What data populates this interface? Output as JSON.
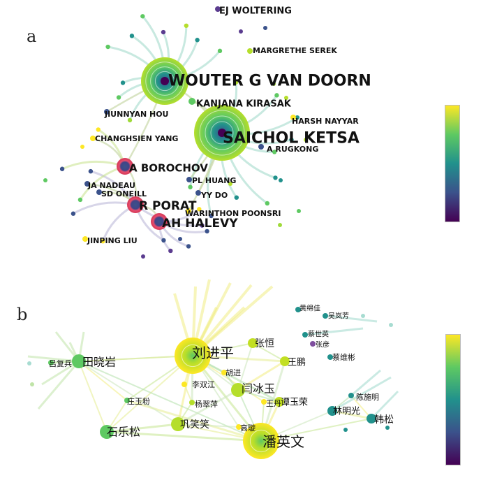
{
  "panel_a": {
    "label": "a",
    "authors": [
      {
        "name": "EJ WOLTERING",
        "size": "small"
      },
      {
        "name": "MARGRETHE SEREK",
        "size": "small"
      },
      {
        "name": "WOUTER G VAN DOORN",
        "size": "xl"
      },
      {
        "name": "KANJANA KIRASAK",
        "size": "medium"
      },
      {
        "name": "JIUNNYAN HOU",
        "size": "small"
      },
      {
        "name": "HARSH NAYYAR",
        "size": "small"
      },
      {
        "name": "CHANGHSIEN YANG",
        "size": "small"
      },
      {
        "name": "SAICHOL KETSA",
        "size": "xl"
      },
      {
        "name": "A RUGKONG",
        "size": "small"
      },
      {
        "name": "A BOROCHOV",
        "size": "large"
      },
      {
        "name": "PL HUANG",
        "size": "small"
      },
      {
        "name": "JA NADEAU",
        "size": "small"
      },
      {
        "name": "SD ONEILL",
        "size": "small"
      },
      {
        "name": "YY DO",
        "size": "small"
      },
      {
        "name": "R PORAT",
        "size": "large"
      },
      {
        "name": "WARINTHON POONSRI",
        "size": "small"
      },
      {
        "name": "AH HALEVY",
        "size": "large"
      },
      {
        "name": "JINPING LIU",
        "size": "small"
      }
    ],
    "colorbar": {
      "colors": [
        "#440154",
        "#3b528b",
        "#21918c",
        "#5ec962",
        "#fde725"
      ]
    }
  },
  "panel_b": {
    "label": "b",
    "authors": [
      {
        "name": "黄绵佳",
        "size": "small"
      },
      {
        "name": "吴岚芳",
        "size": "small"
      },
      {
        "name": "蔡世英",
        "size": "small"
      },
      {
        "name": "张彦",
        "size": "small"
      },
      {
        "name": "张恒",
        "size": "medium"
      },
      {
        "name": "刘进平",
        "size": "xl"
      },
      {
        "name": "田晓岩",
        "size": "large"
      },
      {
        "name": "吕复兵",
        "size": "small"
      },
      {
        "name": "胡进",
        "size": "small"
      },
      {
        "name": "王鹏",
        "size": "medium"
      },
      {
        "name": "蔡维彬",
        "size": "small"
      },
      {
        "name": "李双江",
        "size": "small"
      },
      {
        "name": "闫冰玉",
        "size": "large"
      },
      {
        "name": "陈施明",
        "size": "small"
      },
      {
        "name": "庄玉粉",
        "size": "small"
      },
      {
        "name": "杨翠萍",
        "size": "small"
      },
      {
        "name": "王丹",
        "size": "small"
      },
      {
        "name": "谭玉荣",
        "size": "medium"
      },
      {
        "name": "林明光",
        "size": "medium"
      },
      {
        "name": "韩松",
        "size": "medium"
      },
      {
        "name": "巩笑笑",
        "size": "large"
      },
      {
        "name": "石乐松",
        "size": "large"
      },
      {
        "name": "高璇",
        "size": "small"
      },
      {
        "name": "潘英文",
        "size": "xl"
      }
    ],
    "colorbar": {
      "colors": [
        "#440154",
        "#3b528b",
        "#21918c",
        "#5ec962",
        "#fde725"
      ]
    }
  }
}
